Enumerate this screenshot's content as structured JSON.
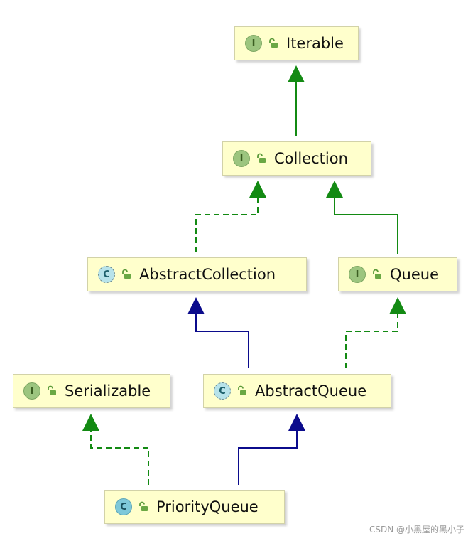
{
  "colors": {
    "node_fill": "#ffffcc",
    "implements_arrow": "#138a13",
    "extends_arrow": "#0b0b8c"
  },
  "nodes": [
    {
      "id": "iterable",
      "kind": "interface",
      "badge": "I",
      "label": "Iterable",
      "icon": "unlocked-padlock-icon"
    },
    {
      "id": "collection",
      "kind": "interface",
      "badge": "I",
      "label": "Collection",
      "icon": "unlocked-padlock-icon"
    },
    {
      "id": "abstract-collection",
      "kind": "abstract-class",
      "badge": "C",
      "label": "AbstractCollection",
      "icon": "unlocked-padlock-icon"
    },
    {
      "id": "queue",
      "kind": "interface",
      "badge": "I",
      "label": "Queue",
      "icon": "unlocked-padlock-icon"
    },
    {
      "id": "serializable",
      "kind": "interface",
      "badge": "I",
      "label": "Serializable",
      "icon": "unlocked-padlock-icon"
    },
    {
      "id": "abstract-queue",
      "kind": "abstract-class",
      "badge": "C",
      "label": "AbstractQueue",
      "icon": "unlocked-padlock-icon"
    },
    {
      "id": "priority-queue",
      "kind": "class",
      "badge": "C",
      "label": "PriorityQueue",
      "icon": "unlocked-padlock-icon"
    }
  ],
  "edges": [
    {
      "from": "collection",
      "to": "iterable",
      "style": "solid",
      "color": "green"
    },
    {
      "from": "abstract-collection",
      "to": "collection",
      "style": "dashed",
      "color": "green"
    },
    {
      "from": "queue",
      "to": "collection",
      "style": "solid",
      "color": "green"
    },
    {
      "from": "abstract-queue",
      "to": "abstract-collection",
      "style": "solid",
      "color": "blue"
    },
    {
      "from": "abstract-queue",
      "to": "queue",
      "style": "dashed",
      "color": "green"
    },
    {
      "from": "priority-queue",
      "to": "serializable",
      "style": "dashed",
      "color": "green"
    },
    {
      "from": "priority-queue",
      "to": "abstract-queue",
      "style": "solid",
      "color": "blue"
    }
  ],
  "watermark": "CSDN @小黑屋的黑小子"
}
